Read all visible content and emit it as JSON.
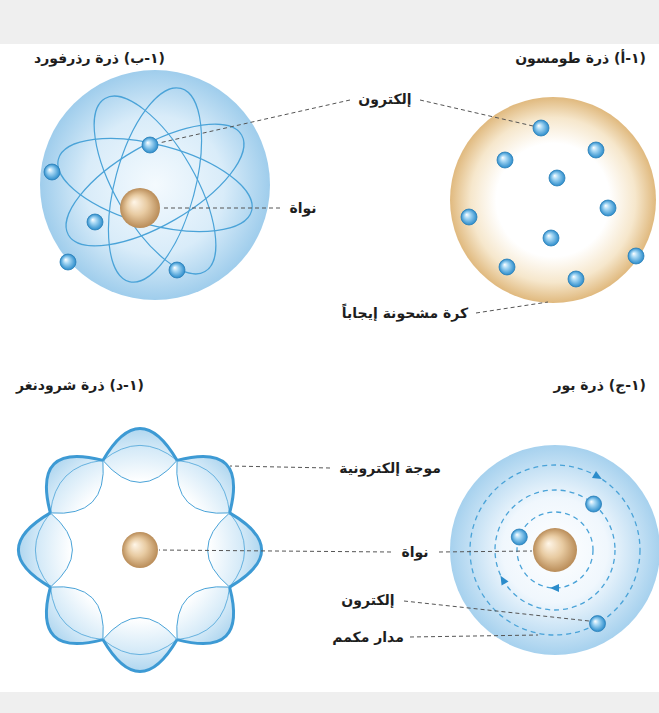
{
  "diagram": {
    "nodes": [
      {
        "text": [
          "(١-أ) ذرة طومسون"
        ]
      },
      {
        "text": [
          "(١-ب) ذرة رذرفورد"
        ]
      },
      {
        "text": [
          "(١-ج) ذرة بور"
        ]
      },
      {
        "text": [
          "(١-د) ذرة شرودنغر"
        ]
      }
    ],
    "labels": [
      "إلكترون",
      "نواة",
      "كرة مشحونة إيجاباً",
      "موجة إلكترونية",
      "نواة",
      "إلكترون",
      "مدار مكمم"
    ]
  }
}
